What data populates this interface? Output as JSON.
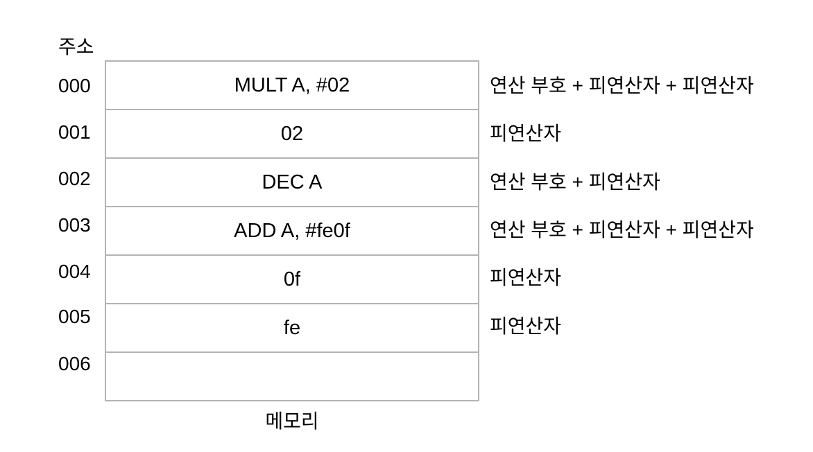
{
  "diagram": {
    "address_header": "주소",
    "memory_label": "메모리",
    "rows": [
      {
        "address": "000",
        "content": "MULT A, #02",
        "note": "연산 부호 + 피연산자 + 피연산자"
      },
      {
        "address": "001",
        "content": "02",
        "note": "피연산자"
      },
      {
        "address": "002",
        "content": "DEC A",
        "note": "연산 부호 + 피연산자"
      },
      {
        "address": "003",
        "content": "ADD A, #fe0f",
        "note": "연산 부호 + 피연산자 + 피연산자"
      },
      {
        "address": "004",
        "content": "0f",
        "note": "피연산자"
      },
      {
        "address": "005",
        "content": "fe",
        "note": "피연산자"
      },
      {
        "address": "006",
        "content": "",
        "note": ""
      }
    ]
  }
}
